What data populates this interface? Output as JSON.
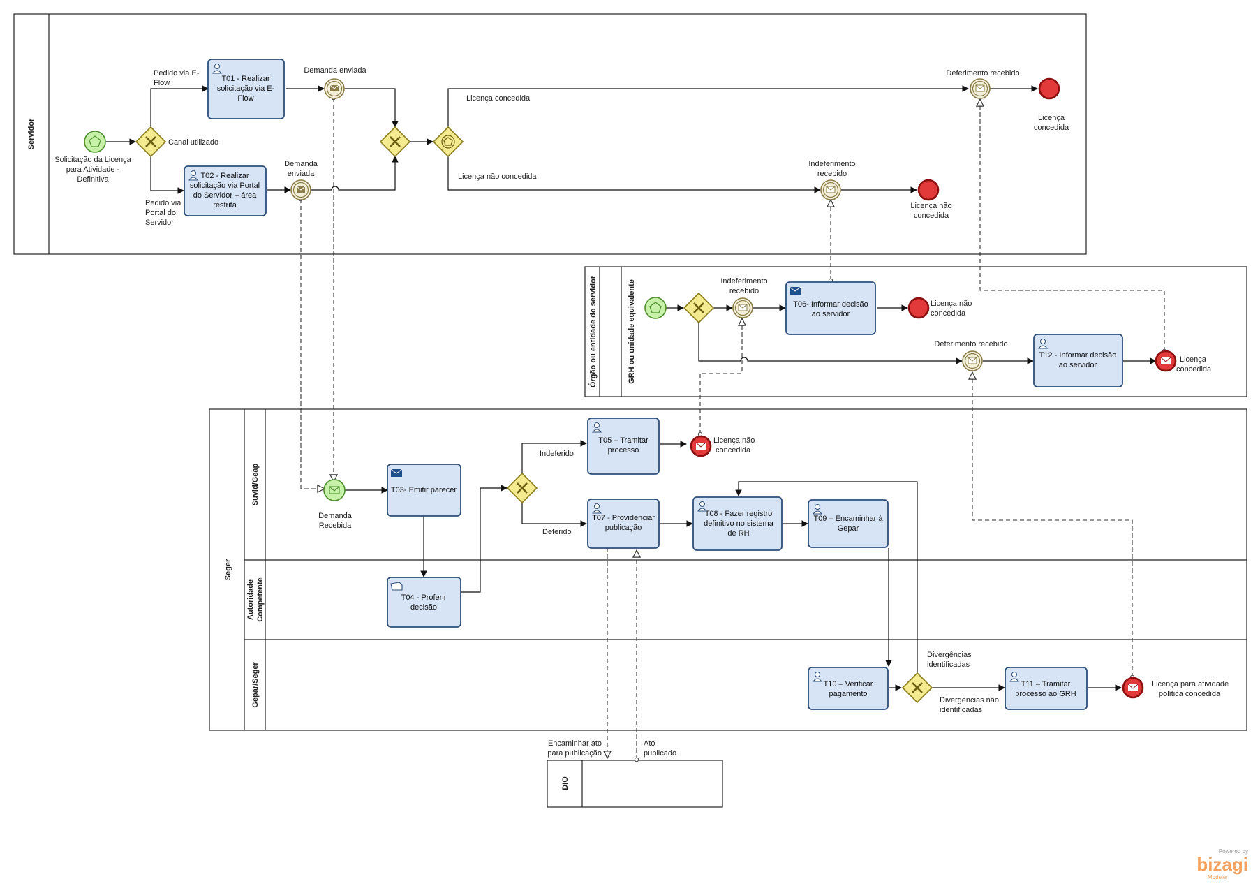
{
  "pools": {
    "servidor": "Servidor",
    "orgao": "Órgão ou entidade do servidor",
    "grh": "GRH ou unidade equivalente",
    "seger": "Seger",
    "suvid": "Suvid/Geap",
    "autoridade_1": "Autoridade",
    "autoridade_2": "Competente",
    "gepar": "Gepar/Seger",
    "dio": "DIO"
  },
  "tasks": {
    "t01": [
      "T01 - Realizar",
      "solicitação via E-",
      "Flow"
    ],
    "t02": [
      "T02 - Realizar",
      "solicitação via Portal",
      "do Servidor – área",
      "restrita"
    ],
    "t03": [
      "T03- Emitir parecer"
    ],
    "t04": [
      "T04 - Proferir",
      "decisão"
    ],
    "t05": [
      "T05 – Tramitar",
      "processo"
    ],
    "t06": [
      "T06- Informar decisão",
      "ao servidor"
    ],
    "t07": [
      "T07 - Providenciar",
      "publicação"
    ],
    "t08": [
      "T08 - Fazer registro",
      "definitivo no sistema",
      "de RH"
    ],
    "t09": [
      "T09 – Encaminhar à",
      "Gepar"
    ],
    "t10": [
      "T10 – Verificar",
      "pagamento"
    ],
    "t11": [
      "T11 – Tramitar",
      "processo ao GRH"
    ],
    "t12": [
      "T12 - Informar decisão",
      "ao servidor"
    ]
  },
  "labels": {
    "start_servidor": [
      "Solicitação da Licença",
      "para Atividade  -",
      "Definitiva"
    ],
    "pedido_eflow": [
      "Pedido via E-",
      "Flow"
    ],
    "canal": "Canal utilizado",
    "pedido_portal": [
      "Pedido via",
      "Portal do",
      "Servidor"
    ],
    "demanda_enviada_1": "Demanda enviada",
    "demanda_enviada_2": [
      "Demanda",
      "enviada"
    ],
    "licenca_concedida_flow": "Licença concedida",
    "licenca_nao_concedida_flow": "Licença não concedida",
    "deferimento_recebido_1": "Deferimento recebido",
    "end_concedida_1": [
      "Licença",
      "concedida"
    ],
    "indeferimento_recebido_1": [
      "Indeferimento",
      "recebido"
    ],
    "end_nao_concedida_1": [
      "Licença não",
      "concedida"
    ],
    "indeferimento_recebido_2": [
      "Indeferimento",
      "recebido"
    ],
    "end_nao_concedida_2": [
      "Licença não",
      "concedida"
    ],
    "deferimento_recebido_2": "Deferimento recebido",
    "end_concedida_2": [
      "Licença",
      "concedida"
    ],
    "end_nao_concedida_3": [
      "Licença não",
      "concedida"
    ],
    "indeferido": "Indeferido",
    "deferido": "Deferido",
    "demanda_recebida": [
      "Demanda",
      "Recebida"
    ],
    "div_ident": [
      "Divergências",
      "identificadas"
    ],
    "div_nao_ident": [
      "Divergências não",
      "identificadas"
    ],
    "end_politica": [
      "Licença para atividade",
      "política concedida"
    ],
    "encaminhar_ato": [
      "Encaminhar ato",
      "para publicação"
    ],
    "ato_publicado": [
      "Ato",
      "publicado"
    ]
  },
  "branding": {
    "powered": "Powered by",
    "name": "bizagi",
    "sub": "Modeler"
  }
}
